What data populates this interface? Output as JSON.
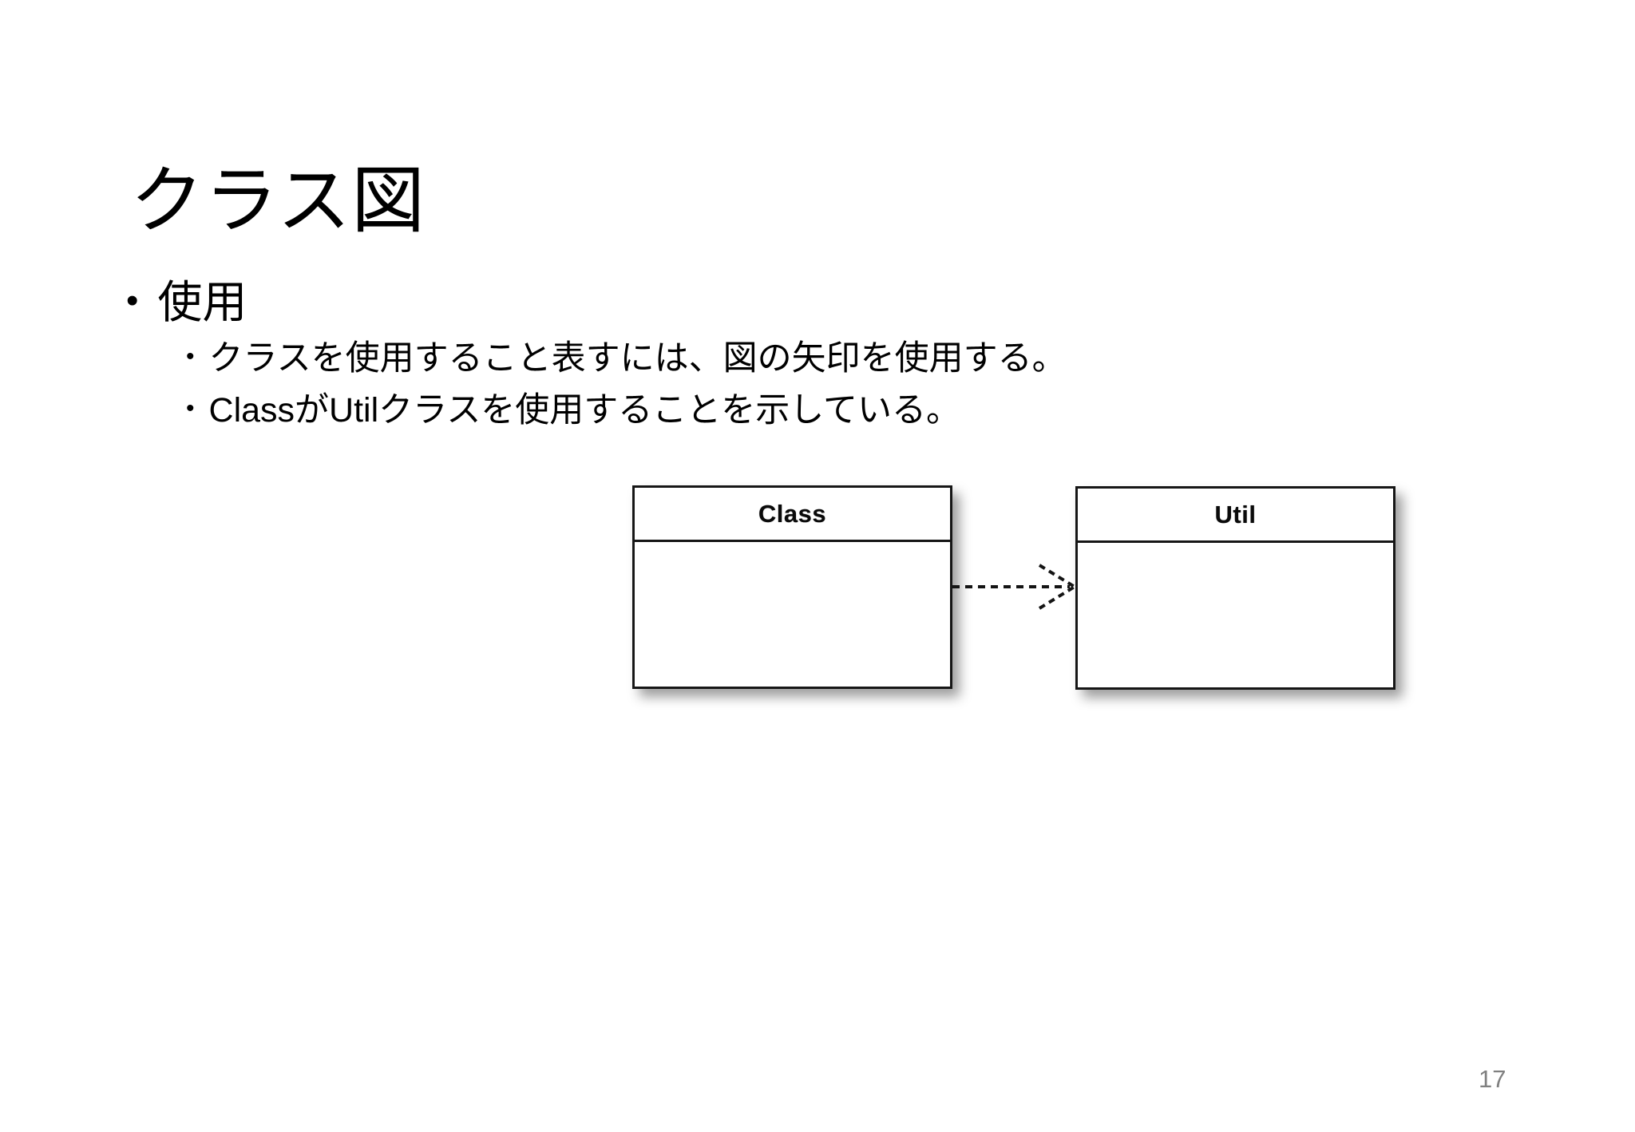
{
  "slide": {
    "title": "クラス図",
    "bullet_char": "•",
    "bullets": {
      "level1": "使用",
      "level2": [
        "クラスを使用すること表すには、図の矢印を使用する。",
        "ClassがUtilクラスを使用することを示している。"
      ]
    },
    "page_number": "17"
  },
  "diagram": {
    "type": "uml-class-diagram",
    "classes": [
      {
        "name": "Class"
      },
      {
        "name": "Util"
      }
    ],
    "relationship": {
      "type": "dependency",
      "from": "Class",
      "to": "Util",
      "style": "dashed-open-arrow"
    }
  },
  "colors": {
    "background": "#ffffff",
    "text": "#000000",
    "page_number": "#808080",
    "box_border": "#161616"
  }
}
